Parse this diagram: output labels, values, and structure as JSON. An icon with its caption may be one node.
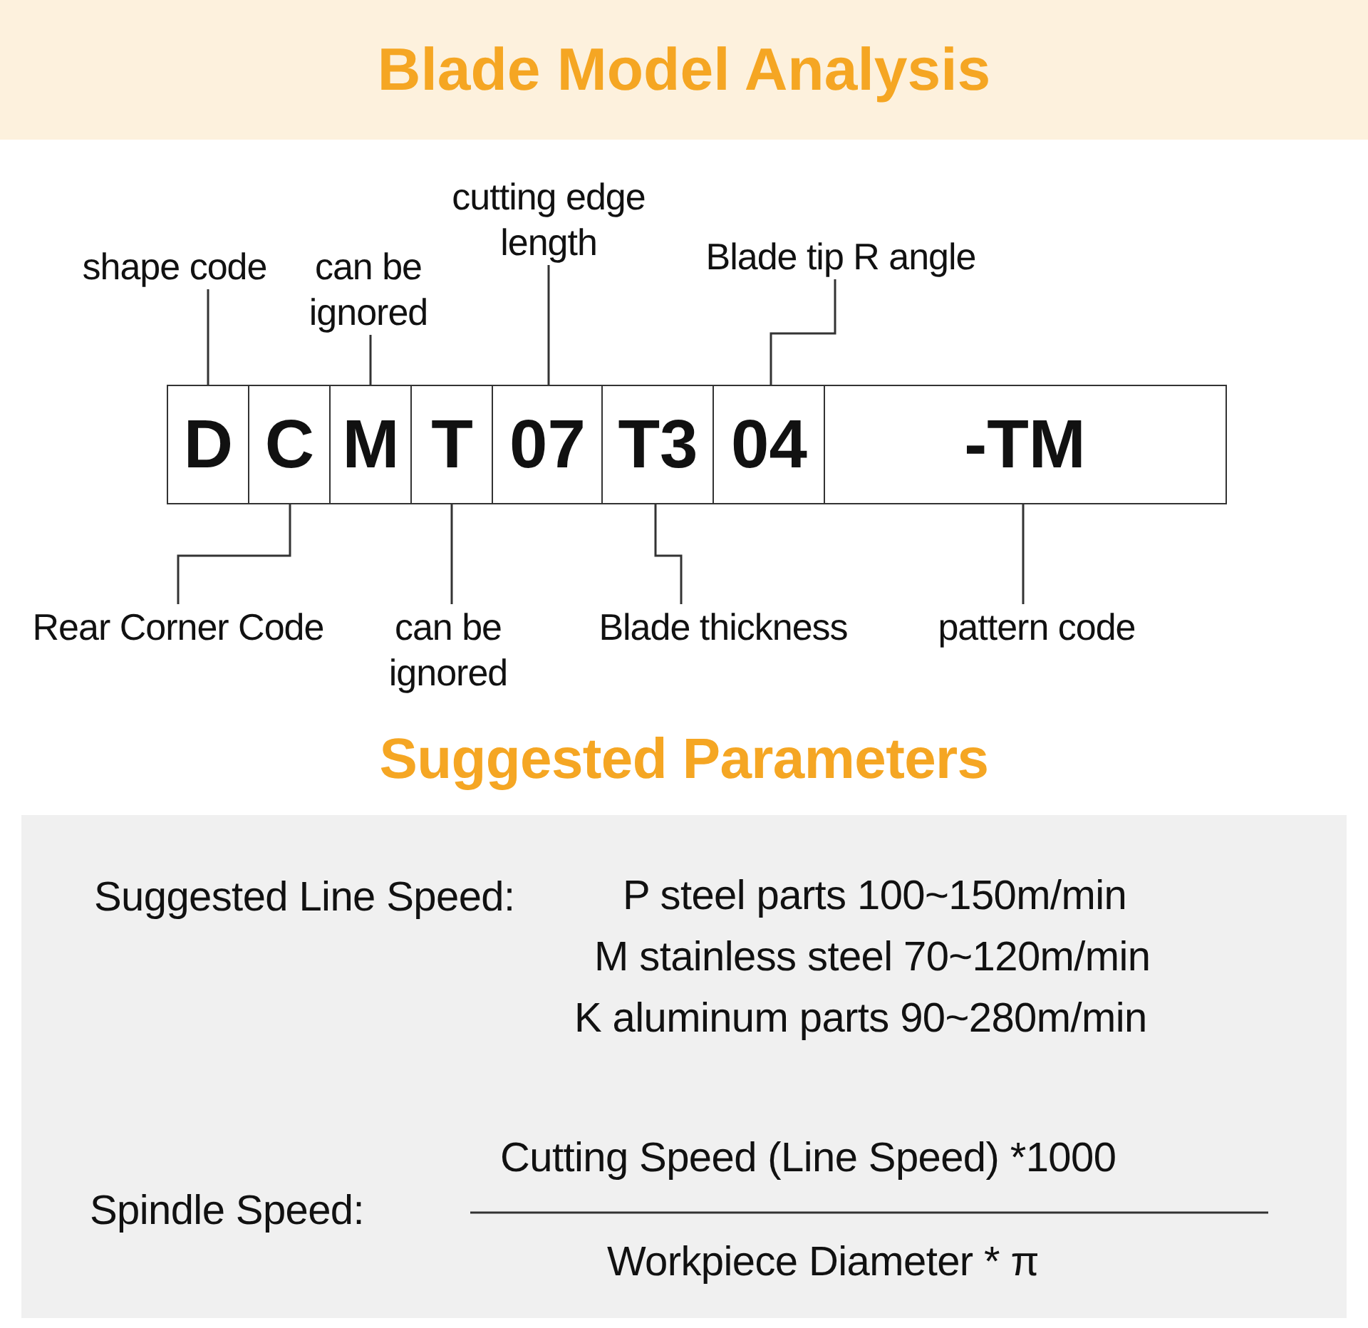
{
  "diagram": {
    "title": "Blade Model Analysis",
    "nodes": [
      {
        "text": [
          "cutting edge length"
        ]
      },
      {
        "text": [
          "Blade tip R angle"
        ]
      },
      {
        "text": [
          "shape code"
        ]
      },
      {
        "text": [
          "can be ignored"
        ]
      },
      {
        "text": [
          "D"
        ]
      },
      {
        "text": [
          "C"
        ]
      },
      {
        "text": [
          "M"
        ]
      },
      {
        "text": [
          "T"
        ]
      },
      {
        "text": [
          "07"
        ]
      },
      {
        "text": [
          "T3"
        ]
      },
      {
        "text": [
          "04"
        ]
      },
      {
        "text": [
          "-TM"
        ]
      },
      {
        "text": [
          "Rear Corner Code"
        ]
      },
      {
        "text": [
          "can be ignored"
        ]
      },
      {
        "text": [
          "Blade thickness"
        ]
      },
      {
        "text": [
          "pattern code"
        ]
      }
    ],
    "edges": [
      {
        "from": 2,
        "to": 4,
        "arrow": "none"
      },
      {
        "from": 3,
        "to": 6,
        "arrow": "none"
      },
      {
        "from": 0,
        "to": 8,
        "arrow": "none"
      },
      {
        "from": 1,
        "to": 10,
        "arrow": "none"
      },
      {
        "from": 12,
        "to": 5,
        "arrow": "none"
      },
      {
        "from": 13,
        "to": 7,
        "arrow": "none"
      },
      {
        "from": 14,
        "to": 9,
        "arrow": "none"
      },
      {
        "from": 15,
        "to": 11,
        "arrow": "none"
      }
    ],
    "labels": [
      "Suggested Parameters",
      "Suggested Line Speed:",
      "P steel parts 100~150m/min",
      "M stainless steel 70~120m/min",
      "K aluminum parts 90~280m/min",
      "Spindle Speed:",
      "Cutting Speed (Line Speed) *1000",
      "Workpiece Diameter * π"
    ]
  }
}
